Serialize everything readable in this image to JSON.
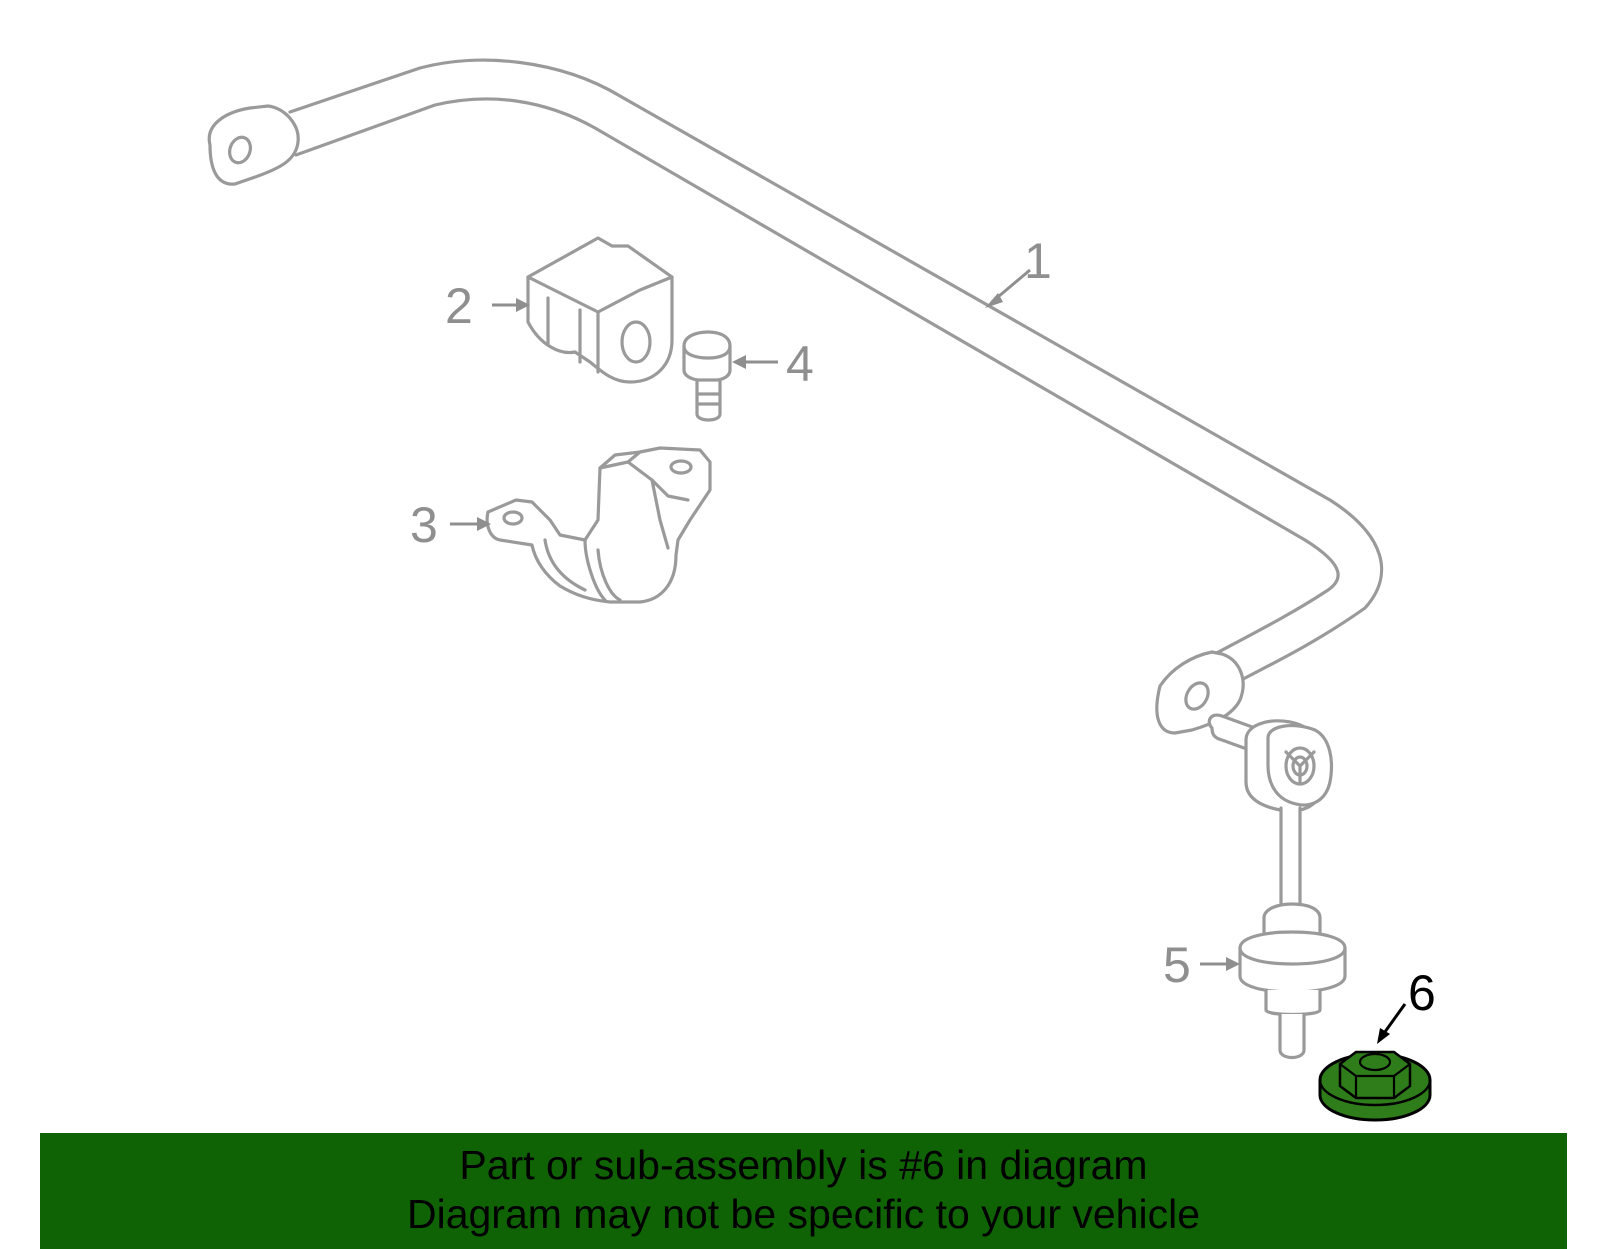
{
  "callouts": {
    "c1": "1",
    "c2": "2",
    "c3": "3",
    "c4": "4",
    "c5": "5",
    "c6": "6"
  },
  "highlight_color": "#2f7d1a",
  "banner": {
    "line1": "Part or sub-assembly is #6 in diagram",
    "line2": "Diagram may not be specific to your vehicle",
    "background": "#0f6304"
  }
}
